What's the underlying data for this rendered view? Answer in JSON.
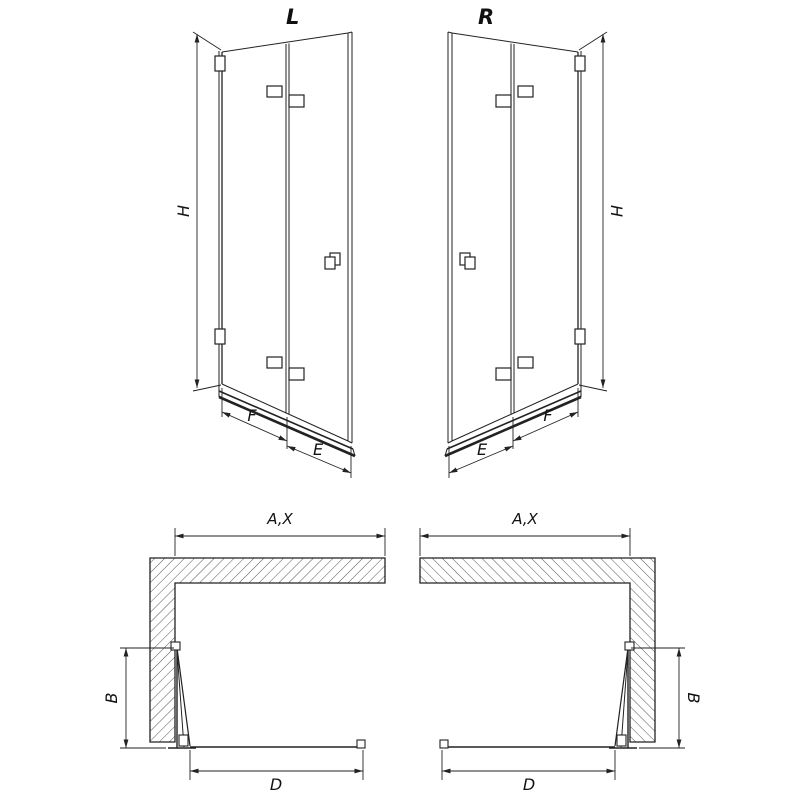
{
  "page": {
    "background": "#ffffff",
    "line_color": "#222222",
    "hatch_color": "#444444",
    "text_color": "#111111"
  },
  "elevations": {
    "left": {
      "variant_label": "L",
      "height_label": "H",
      "front_panel_label": "F",
      "return_panel_label": "E"
    },
    "right": {
      "variant_label": "R",
      "height_label": "H",
      "front_panel_label": "F",
      "return_panel_label": "E"
    }
  },
  "plans": {
    "left": {
      "width_label": "A,X",
      "fold_depth_label": "B",
      "entry_width_label": "D"
    },
    "right": {
      "width_label": "A,X",
      "fold_depth_label": "B",
      "entry_width_label": "D"
    }
  }
}
